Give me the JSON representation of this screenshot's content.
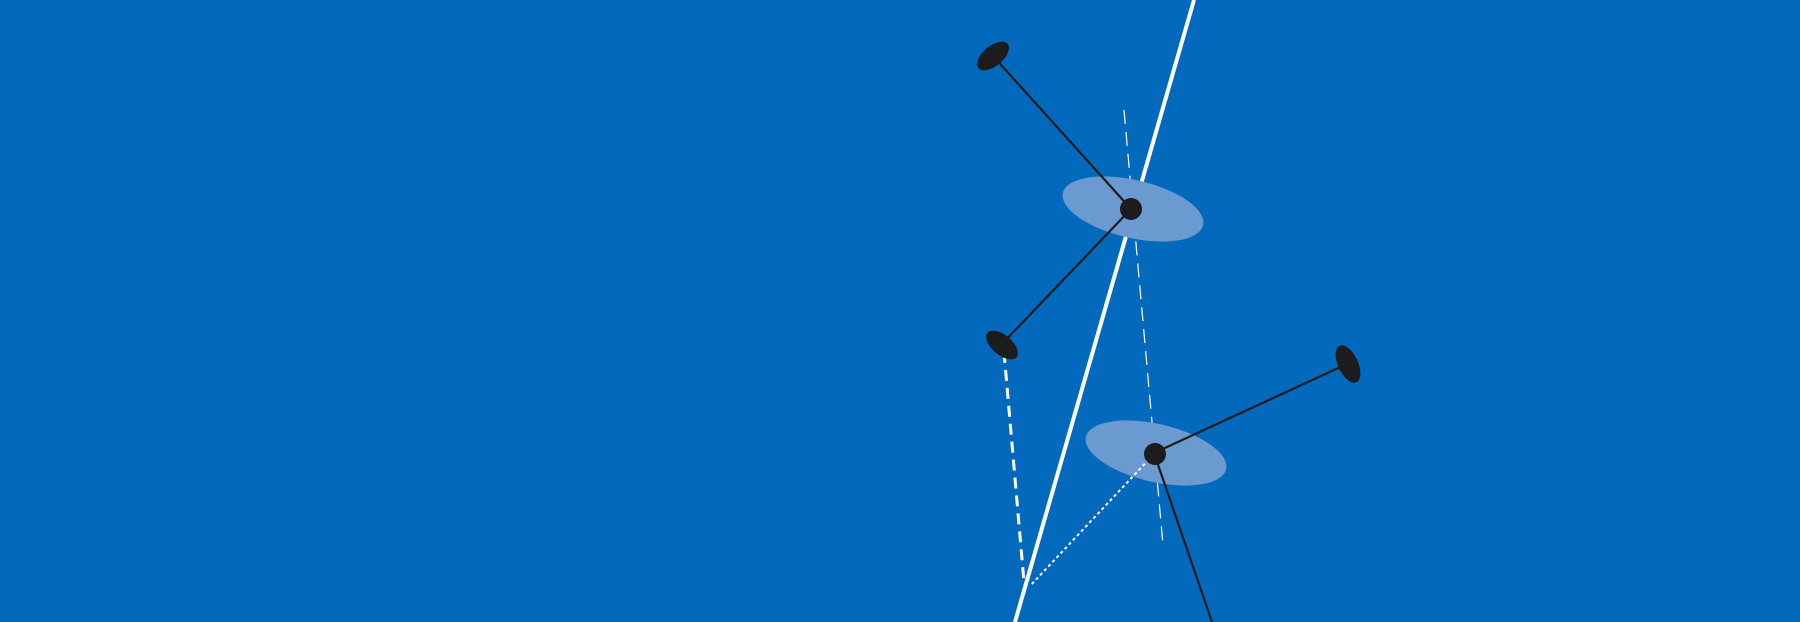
{
  "diagram": {
    "background_color": "#0369BD",
    "line_color_light": "#FFFFFF",
    "line_color_dark": "#1C1C1C",
    "disc_color": "#6A9ACF",
    "node_color": "#1C1C1C",
    "elements": [
      "main-axis-line",
      "vertical-dashed-guide",
      "upper-disc",
      "lower-disc",
      "upper-arm-top",
      "upper-arm-bottom",
      "lower-arm-right",
      "lower-arm-bottom",
      "connector-dashed",
      "connector-dotted"
    ]
  }
}
